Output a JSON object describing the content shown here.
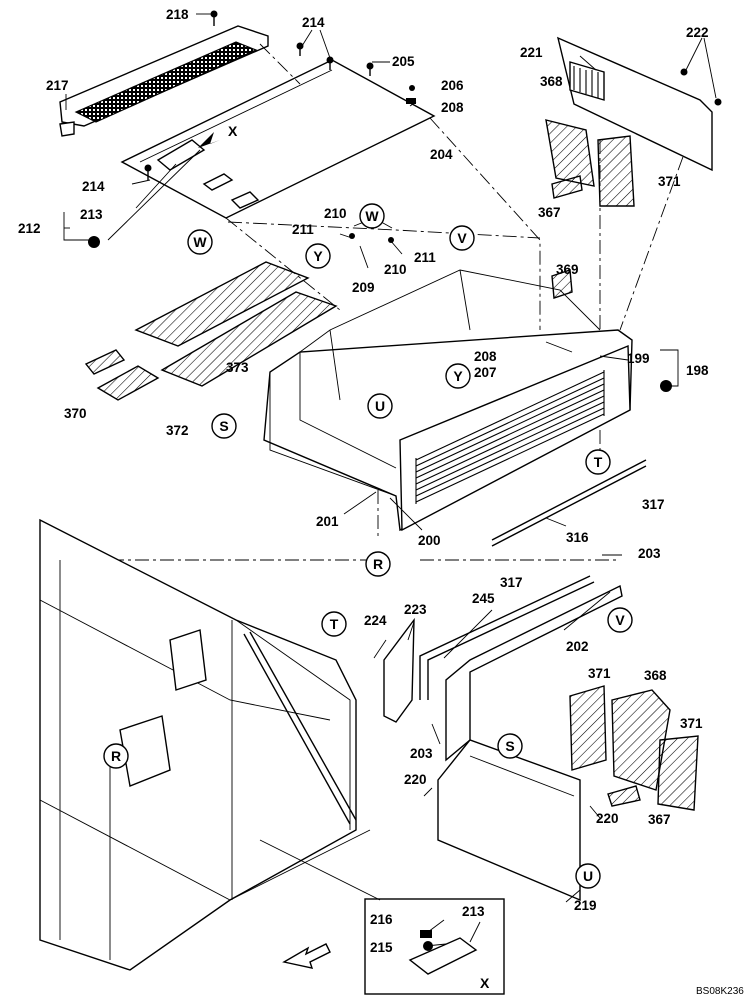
{
  "drawing_code": "BS08K236",
  "callouts": {
    "n198": "198",
    "n199": "199",
    "n200": "200",
    "n201": "201",
    "n202": "202",
    "n203a": "203",
    "n203b": "203",
    "n204": "204",
    "n205": "205",
    "n206": "206",
    "n207": "207",
    "n208a": "208",
    "n208b": "208",
    "n209": "209",
    "n210a": "210",
    "n210b": "210",
    "n211a": "211",
    "n211b": "211",
    "n212": "212",
    "n213a": "213",
    "n213b": "213",
    "n214a": "214",
    "n214b": "214",
    "n215": "215",
    "n216": "216",
    "n217": "217",
    "n218": "218",
    "n219": "219",
    "n220a": "220",
    "n220b": "220",
    "n221": "221",
    "n222": "222",
    "n223": "223",
    "n224": "224",
    "n245": "245",
    "n316": "316",
    "n317a": "317",
    "n317b": "317",
    "n367a": "367",
    "n367b": "367",
    "n368a": "368",
    "n368b": "368",
    "n369": "369",
    "n370": "370",
    "n371a": "371",
    "n371b": "371",
    "n372": "372",
    "n373": "373"
  },
  "reference_letters": {
    "W1": "W",
    "W2": "W",
    "V1": "V",
    "V2": "V",
    "Y1": "Y",
    "Y2": "Y",
    "U1": "U",
    "U2": "U",
    "S1": "S",
    "S2": "S",
    "T1": "T",
    "T2": "T",
    "R1": "R",
    "R2": "R",
    "X1": "X",
    "X2": "X"
  }
}
